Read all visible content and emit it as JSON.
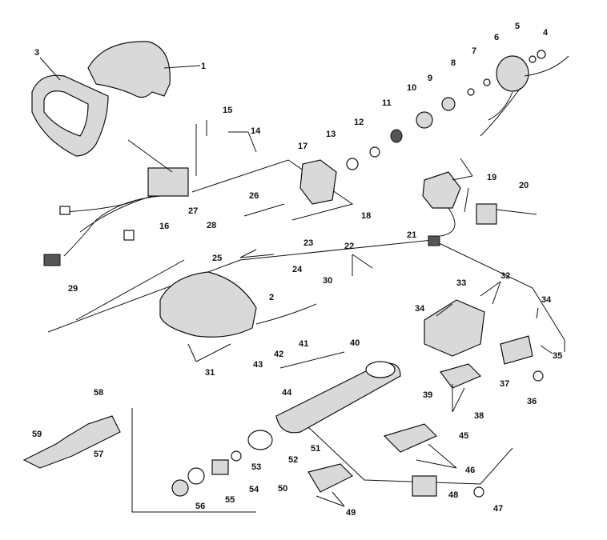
{
  "diagram": {
    "labels": [
      "1",
      "2",
      "3",
      "4",
      "5",
      "6",
      "7",
      "8",
      "9",
      "10",
      "11",
      "12",
      "13",
      "14",
      "15",
      "16",
      "17",
      "18",
      "19",
      "20",
      "21",
      "22",
      "23",
      "24",
      "25",
      "26",
      "27",
      "28",
      "29",
      "30",
      "31",
      "32",
      "33",
      "34",
      "34",
      "35",
      "36",
      "37",
      "38",
      "39",
      "40",
      "41",
      "42",
      "43",
      "44",
      "45",
      "46",
      "47",
      "48",
      "49",
      "50",
      "51",
      "52",
      "53",
      "54",
      "55",
      "56",
      "57",
      "58",
      "59"
    ]
  }
}
